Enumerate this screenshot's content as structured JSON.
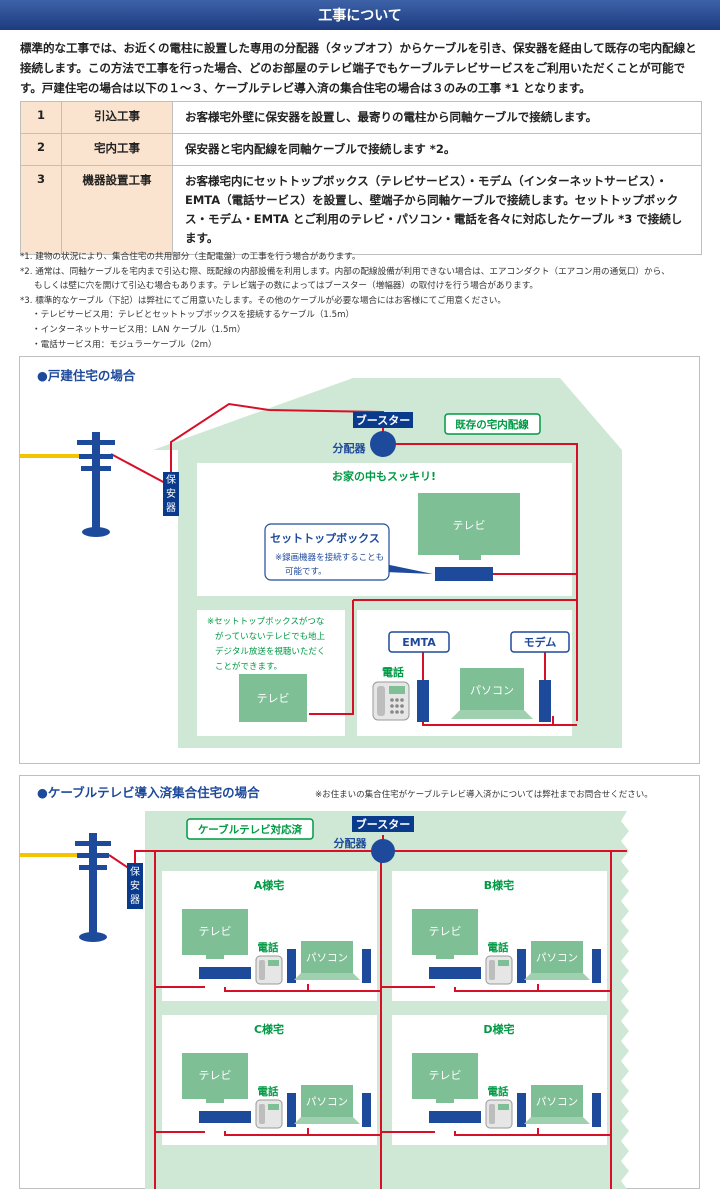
{
  "header": {
    "title": "工事について"
  },
  "intro": "標準的な工事では、お近くの電柱に設置した専用の分配器（タップオフ）からケーブルを引き、保安器を経由して既存の宅内配線と接続します。この方法で工事を行った場合、どのお部屋のテレビ端子でもケーブルテレビサービスをご利用いただくことが可能です。戸建住宅の場合は以下の１～３、ケーブルテレビ導入済の集合住宅の場合は３のみの工事 *1 となります。",
  "steps": [
    {
      "num": "1",
      "name": "引込工事",
      "desc": "お客様宅外壁に保安器を設置し、最寄りの電柱から同軸ケーブルで接続します。"
    },
    {
      "num": "2",
      "name": "宅内工事",
      "desc": "保安器と宅内配線を同軸ケーブルで接続します *2。"
    },
    {
      "num": "3",
      "name": "機器設置工事",
      "desc": "お客様宅内にセットトップボックス（テレビサービス）・モデム（インターネットサービス）・EMTA（電話サービス）を設置し、壁端子から同軸ケーブルで接続します。セットトップボックス・モデム・EMTA とご利用のテレビ・パソコン・電話を各々に対応したケーブル *3 で接続します。"
    }
  ],
  "notes": {
    "n1": "*1. 建物の状況により、集合住宅の共用部分（主配電盤）の工事を行う場合があります。",
    "n2a": "*2. 通常は、同軸ケーブルを宅内まで引込む際、既配線の内部設備を利用します。内部の配線設備が利用できない場合は、エアコンダクト（エアコン用の通気口）から、",
    "n2b": "もしくは壁に穴を開けて引込む場合もあります。テレビ端子の数によってはブースター（増幅器）の取付けを行う場合があります。",
    "n3": "*3. 標準的なケーブル（下記）は弊社にてご用意いたします。その他のケーブルが必要な場合にはお客様にてご用意ください。",
    "items": [
      "・テレビサービス用：テレビとセットトップボックスを接続するケーブル（1.5m）",
      "・インターネットサービス用：LAN ケーブル（1.5m）",
      "・電話サービス用：モジュラーケーブル（2m）"
    ]
  },
  "house": {
    "title": "●戸建住宅の場合",
    "booster": "ブースター",
    "splitter": "分配器",
    "existing_wiring": "既存の宅内配線",
    "protector": [
      "保",
      "安",
      "器"
    ],
    "slogan": "お家の中もスッキリ!",
    "tv": "テレビ",
    "stb_title": "セットトップボックス",
    "stb_note": [
      "※録画機器を接続することも",
      "可能です。"
    ],
    "tv_note": [
      "※セットトップボックスがつな",
      "がっていないテレビでも地上",
      "デジタル放送を視聴いただく",
      "ことができます。"
    ],
    "emta": "EMTA",
    "modem": "モデム",
    "phone": "電話",
    "pc": "パソコン"
  },
  "apartment": {
    "title": "●ケーブルテレビ導入済集合住宅の場合",
    "note": "※お住まいの集合住宅がケーブルテレビ導入済かについては弊社までお問合せください。",
    "catv": "ケーブルテレビ対応済",
    "booster": "ブースター",
    "splitter": "分配器",
    "protector": [
      "保",
      "安",
      "器"
    ],
    "units": [
      "A様宅",
      "B様宅",
      "C様宅",
      "D様宅"
    ],
    "tv": "テレビ",
    "phone": "電話",
    "pc": "パソコン"
  },
  "colors": {
    "blue": "#1e4a9c",
    "navy": "#0a3a8c",
    "red": "#d7102a",
    "green": "#009944",
    "yellow": "#f5c400",
    "house": "#cfe8d5",
    "device": "#7fbf96"
  }
}
